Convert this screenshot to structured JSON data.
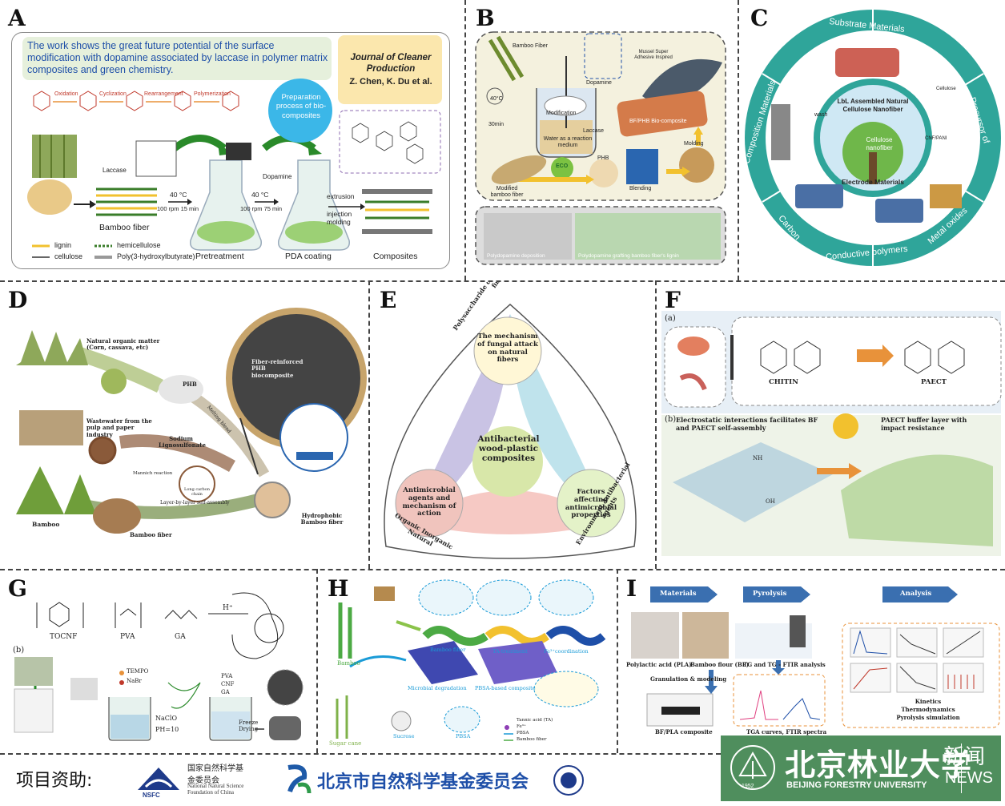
{
  "panel_labels": {
    "A": "A",
    "B": "B",
    "C": "C",
    "D": "D",
    "E": "E",
    "F": "F",
    "G": "G",
    "H": "H",
    "I": "I"
  },
  "panelA": {
    "summary": "The work shows the great future potential of the surface modification with dopamine associated by laccase in polymer matrix composites and green chemistry.",
    "journal": "Journal of Cleaner Production",
    "authors": "Z. Chen, K. Du et al.",
    "reaction_steps": [
      "Oxidation",
      "Cyclization",
      "Rearrangement",
      "Polymerization"
    ],
    "prep_note": "Preparation process of bio-composites",
    "laccase": "Laccase",
    "dopamine": "Dopamine",
    "bamboo_fiber": "Bamboo fiber",
    "cond1_temp": "40 °C",
    "cond1_rpm": "100 rpm 15 min",
    "cond2_temp": "40 °C",
    "cond2_rpm": "100 rpm 75 min",
    "extrusion": "extrusion",
    "injection": "injection molding",
    "pretreatment": "Pretreatment",
    "pda_coating": "PDA coating",
    "composites": "Composites",
    "legend": [
      "lignin",
      "hemicellulose",
      "cellulose",
      "Poly(3-hydroxylbutyrate)"
    ]
  },
  "panelB": {
    "bamboo_fiber": "Bamboo Fiber",
    "dopamine": "Dopamine",
    "mussel": "Mussel Super Adhesive Inspired",
    "temp": "40°C",
    "time": "30min",
    "modification": "Modification",
    "water": "Water as a reaction medium",
    "laccase": "Laccase",
    "composite": "BF/PHB Bio-composite",
    "eco": "ECO",
    "phb": "PHB",
    "modified_fiber": "Modified bamboo fiber",
    "blending": "Blending",
    "molding": "Molding",
    "deposition_label": "Polydopamine deposition",
    "grafting_label": "Polydopamine grafting bamboo fiber's lignin"
  },
  "panelC": {
    "center": [
      "LbL Assembled Natural Cellulose Nanofiber",
      "Cellulose nanofiber",
      "Electrode Materials"
    ],
    "outer": [
      "Substrate Materials",
      "Precursor of Carbon",
      "Metal oxides",
      "Conductive polymers",
      "Carbon",
      "Composition Materials"
    ],
    "wash": "wash",
    "labels": [
      "Cellulose",
      "CNF/PANI"
    ]
  },
  "panelD": {
    "natural": "Natural organic matter (Corn, cassava, etc)",
    "wastewater": "Wastewater from the pulp and paper industry",
    "bamboo": "Bamboo",
    "phb": "PHB",
    "sodium": "Sodium Lignosulfonate",
    "bamboo_fiber": "Bamboo fiber",
    "hydrophobic": "Hydrophobic Bamboo fiber",
    "composite": "Fiber-reinforced PHB biocomposite",
    "melting": "Melting blend",
    "lbl": "Layer-by-layer self-assembly",
    "mannich": "Mannich reaction",
    "long_chain": "Long carbon chain"
  },
  "panelE": {
    "center": "Antibacterial wood-plastic composites",
    "top": "The mechanism of fungal attack on natural fibers",
    "left": "Antimicrobial agents and mechanism of action",
    "right": "Factors affecting antimicrobial properties",
    "arc_top": "Polysaccharide composition of wood fiber",
    "arc_left": "Organic Inorganic Natural",
    "arc_right": "Environment Antibacterial agents"
  },
  "panelF": {
    "a": "(a)",
    "b": "(b)",
    "chitin": "CHITIN",
    "paect": "PAECT",
    "electrostatic": "Electrostatic interactions facilitates BF and PAECT self-assembly",
    "buffer": "PAECT buffer layer with impact resistance",
    "nh": "NH",
    "oh": "OH"
  },
  "panelG": {
    "tocnf": "TOCNF",
    "pva": "PVA",
    "ga": "GA",
    "catalyst": "H⁺",
    "b": "(b)",
    "tempo": "TEMPO",
    "nabr": "NaBr",
    "naclo": "NaClO",
    "ph": "PH=10",
    "legend": [
      "PVA",
      "CNF",
      "GA"
    ],
    "freeze": "Freeze Drying"
  },
  "panelH": {
    "bamboo": "Bamboo",
    "bamboo_fiber": "Bamboo fiber",
    "ta_treatment": "TA-treatment",
    "fe_coord": "Fe³⁺coordination",
    "microbial": "Microbial degradation",
    "pbsa_composite": "PBSA-based composite",
    "sugar_cane": "Sugar cane",
    "sucrose": "Sucrose",
    "pbsa": "PBSA",
    "legend": [
      "Tannic acid (TA)",
      "Fe³⁺",
      "PBSA",
      "Bamboo fiber"
    ]
  },
  "panelI": {
    "steps": [
      "Materials",
      "Pyrolysis",
      "Analysis"
    ],
    "pla": "Polylactic acid (PLA)",
    "bf": "Bamboo flour (BF)",
    "granulation": "Granulation & modeling",
    "bfpla": "BF/PLA composite",
    "tg": "TG and TG - FTIR analysis",
    "tga": "TGA curves, FTIR spectra",
    "analysis": [
      "Kinetics",
      "Thermodynamics",
      "Pyrolysis simulation"
    ]
  },
  "footer": {
    "funding": "项目资助:",
    "nsfc_cn": "国家自然科学基金委员会",
    "nsfc_en": "National Natural Science Foundation of China",
    "nsfc_abbr": "NSFC",
    "bjnsf": "北京市自然科学基金委员会",
    "bfu_cn": "北京林业大学",
    "bfu_en": "BEIJING FORESTRY UNIVERSITY",
    "bfu_year": "1952",
    "news_cn": "新闻",
    "news_en": "NEWS"
  },
  "colors": {
    "green": "#2e7d32",
    "teal": "#2fa59a",
    "blue": "#1e4fa8",
    "orange": "#e8923a",
    "news_bg": "#4f8e5d"
  }
}
